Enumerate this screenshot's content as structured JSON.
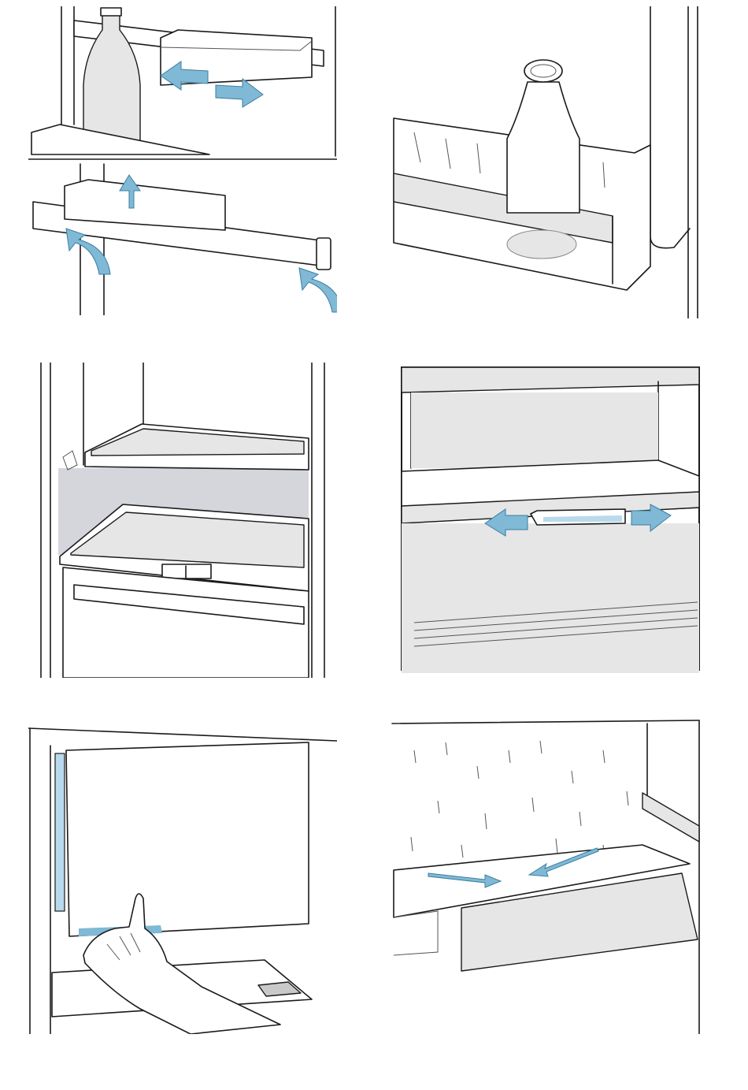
{
  "document": {
    "figures": [
      {
        "id": "door-shelf-holder",
        "arrows": [
          "slide-left",
          "slide-right",
          "lift-up",
          "remove-left",
          "remove-right"
        ]
      },
      {
        "id": "door-bottle-rack",
        "arrows": []
      },
      {
        "id": "glass-shelves",
        "arrows": [
          "pull-out"
        ]
      },
      {
        "id": "freezer-shelf-slider",
        "arrows": [
          "slide-left",
          "slide-right"
        ]
      },
      {
        "id": "crisper-drawer-removal",
        "arrows": []
      },
      {
        "id": "defrost-water-channel",
        "arrows": [
          "drain-left",
          "drain-right"
        ]
      }
    ]
  },
  "colors": {
    "arrow": "#7fb9d6",
    "line": "#1a1a1a",
    "shade": "#e6e6e6",
    "wall": "#d5d5dc",
    "background": "#ffffff"
  }
}
